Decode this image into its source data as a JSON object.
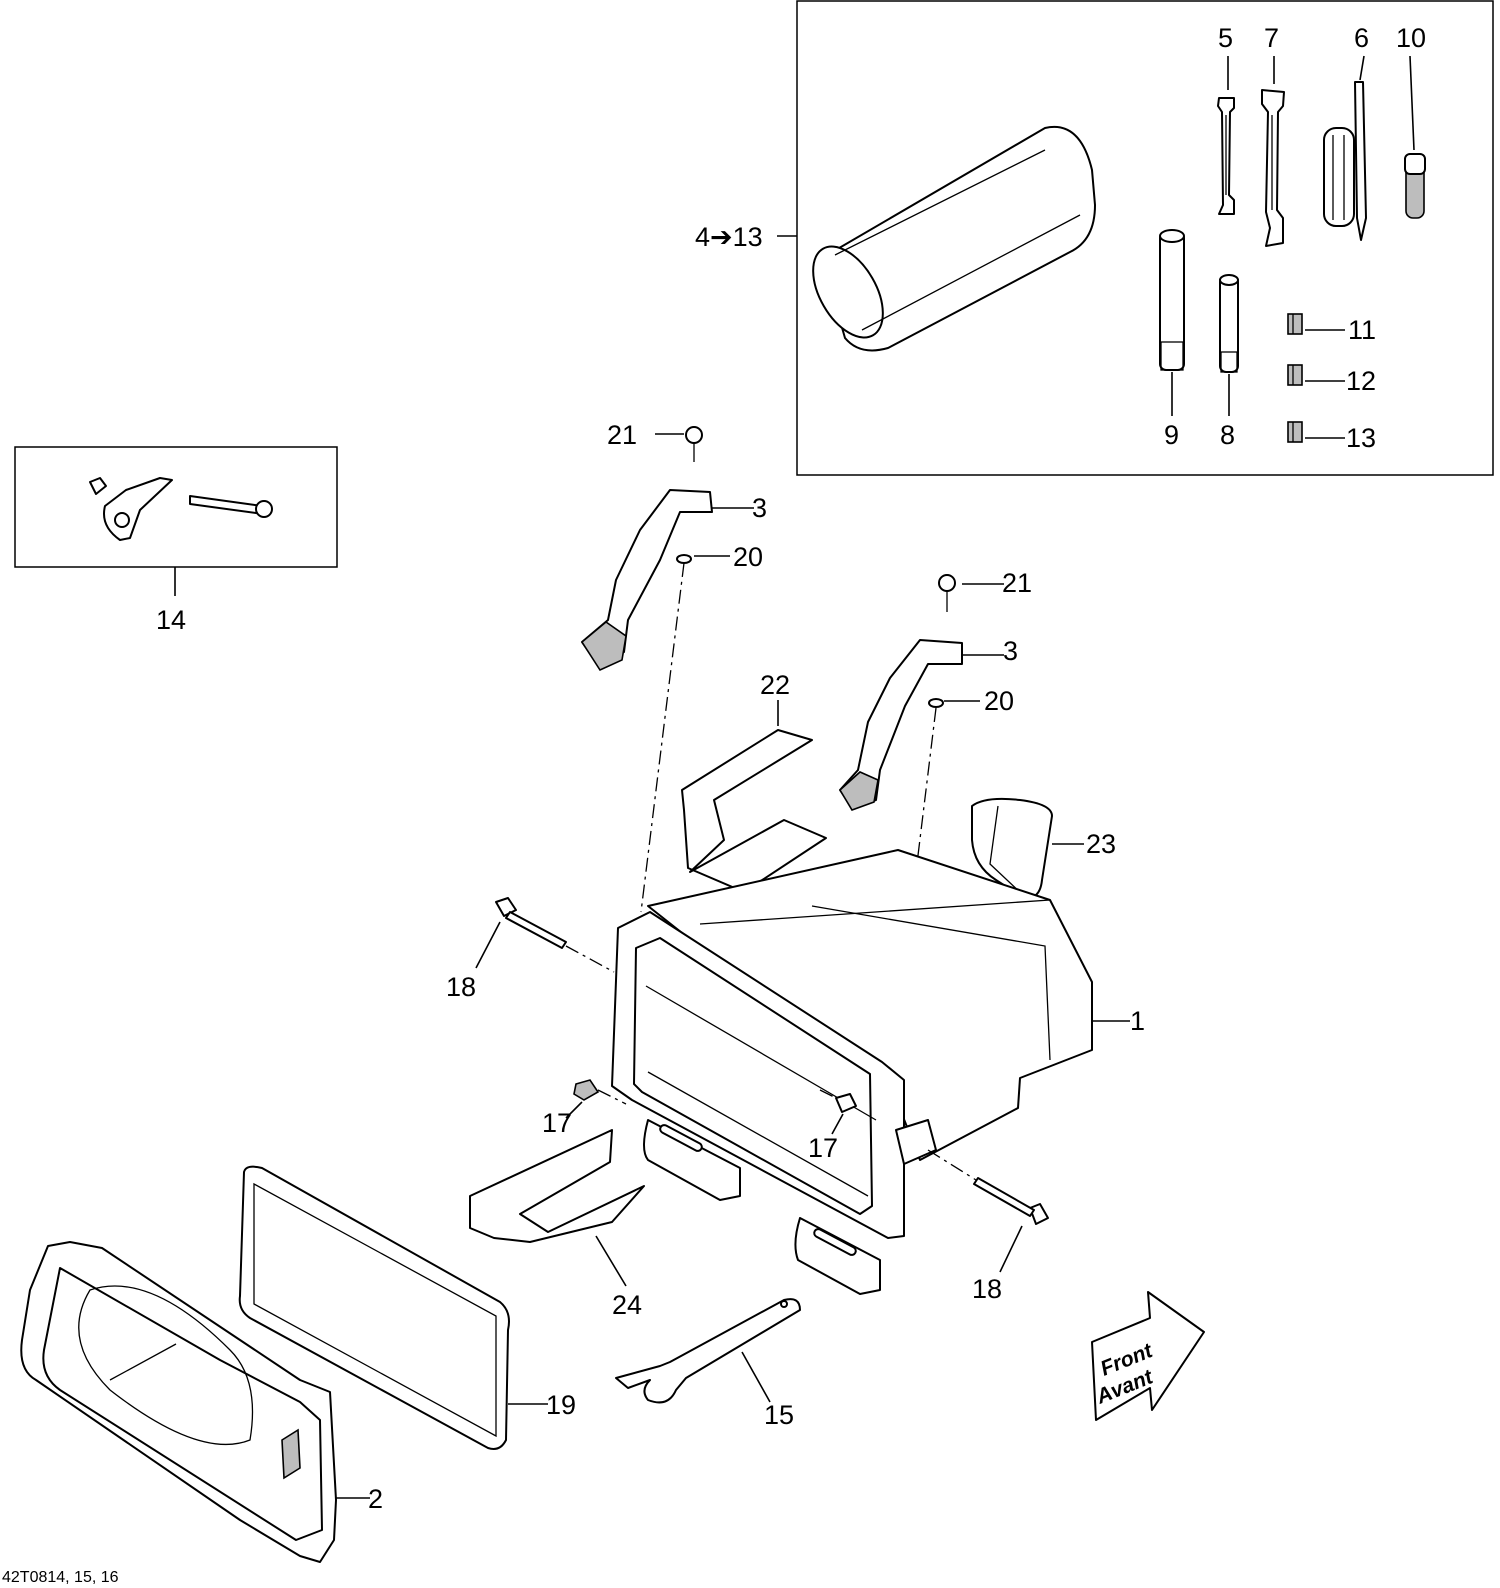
{
  "callouts": {
    "c1": "1",
    "c2": "2",
    "c3a": "3",
    "c3b": "3",
    "c4to13": "4➔13",
    "c5": "5",
    "c6": "6",
    "c7": "7",
    "c8": "8",
    "c9": "9",
    "c10": "10",
    "c11": "11",
    "c12": "12",
    "c13": "13",
    "c14": "14",
    "c15": "15",
    "c17a": "17",
    "c17b": "17",
    "c18a": "18",
    "c18b": "18",
    "c19": "19",
    "c20a": "20",
    "c20b": "20",
    "c21a": "21",
    "c21b": "21",
    "c22": "22",
    "c23": "23",
    "c24": "24"
  },
  "front_arrow": {
    "line1": "Front",
    "line2": "Avant"
  },
  "figure_ref": "42T0814, 15, 16",
  "colors": {
    "line": "#000000",
    "shade": "#bdbdbd",
    "background": "#ffffff"
  }
}
